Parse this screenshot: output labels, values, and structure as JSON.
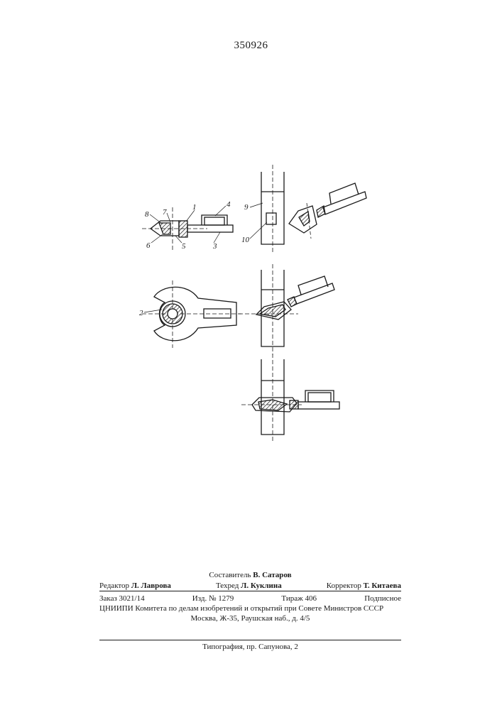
{
  "document": {
    "patent_number": "350926"
  },
  "figures": {
    "labels": [
      "1",
      "2",
      "3",
      "4",
      "5",
      "6",
      "7",
      "8",
      "9",
      "10"
    ]
  },
  "imprint": {
    "compiler_label": "Составитель",
    "compiler_name": "В. Сатаров",
    "editor_label": "Редактор",
    "editor_name": "Л. Лаврова",
    "techred_label": "Техред",
    "techred_name": "Л. Куклина",
    "corrector_label": "Корректор",
    "corrector_name": "Т. Китаева",
    "order": "Заказ 3021/14",
    "edition": "Изд. № 1279",
    "print_run": "Тираж 406",
    "subscription": "Подписное",
    "publisher": "ЦНИИПИ Комитета по делам изобретений и открытий при Совете Министров СССР",
    "address": "Москва, Ж-35, Раушская наб., д. 4/5",
    "printing_house": "Типография, пр. Сапунова, 2"
  }
}
